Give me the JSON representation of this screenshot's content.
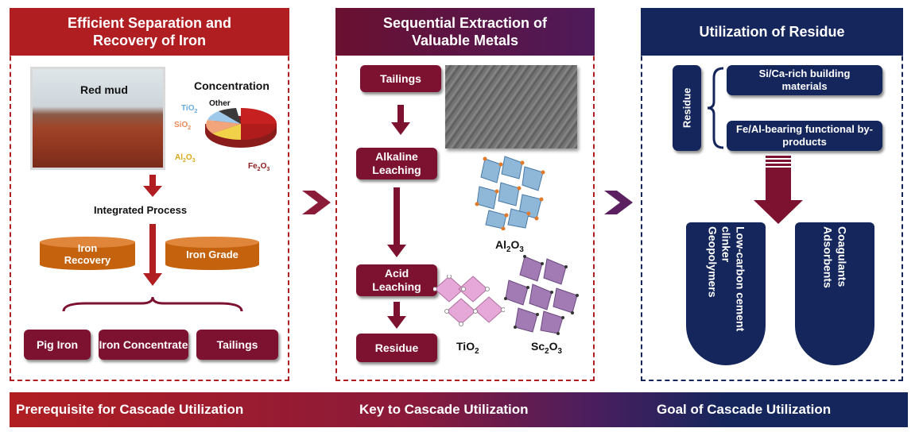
{
  "colors": {
    "dark_red": "#7d1230",
    "crimson": "#b01e22",
    "navy": "#14265c",
    "orange": "#cc6a12"
  },
  "panel1": {
    "title": "Efficient Separation and Recovery of Iron",
    "photo_label": "Red mud",
    "concentration_label": "Concentration",
    "pie": {
      "other": "Other",
      "tio2": "TiO",
      "sio2": "SiO",
      "al2o3": "Al",
      "fe2o3": "Fe",
      "o": "O",
      "sub2": "2",
      "sub3": "3"
    },
    "process_label": "Integrated Process",
    "cylinders": [
      "Iron Recovery",
      "Iron Grade"
    ],
    "products": [
      "Pig Iron",
      "Iron Concentrate",
      "Tailings"
    ]
  },
  "panel2": {
    "title": "Sequential Extraction of Valuable Metals",
    "steps": [
      "Tailings",
      "Alkaline Leaching",
      "Acid Leaching",
      "Residue"
    ],
    "materials": {
      "al2o3": "Al",
      "tio2": "TiO",
      "sc2o3": "Sc",
      "o": "O",
      "sub2": "2",
      "sub3": "3"
    }
  },
  "panel3": {
    "title": "Utilization of Residue",
    "residue_label": "Residue",
    "outputs": [
      "Si/Ca-rich building materials",
      "Fe/Al-bearing functional by-products"
    ],
    "left_shape": [
      "Geopolymers",
      "Low-carbon cement clinker"
    ],
    "right_shape": [
      "Adsorbents",
      "Coagulants"
    ]
  },
  "footer": [
    "Prerequisite for Cascade Utilization",
    "Key to Cascade Utilization",
    "Goal of Cascade Utilization"
  ],
  "icons": [
    "chevron-right-icon",
    "arrow-down-icon",
    "brace-icon"
  ]
}
